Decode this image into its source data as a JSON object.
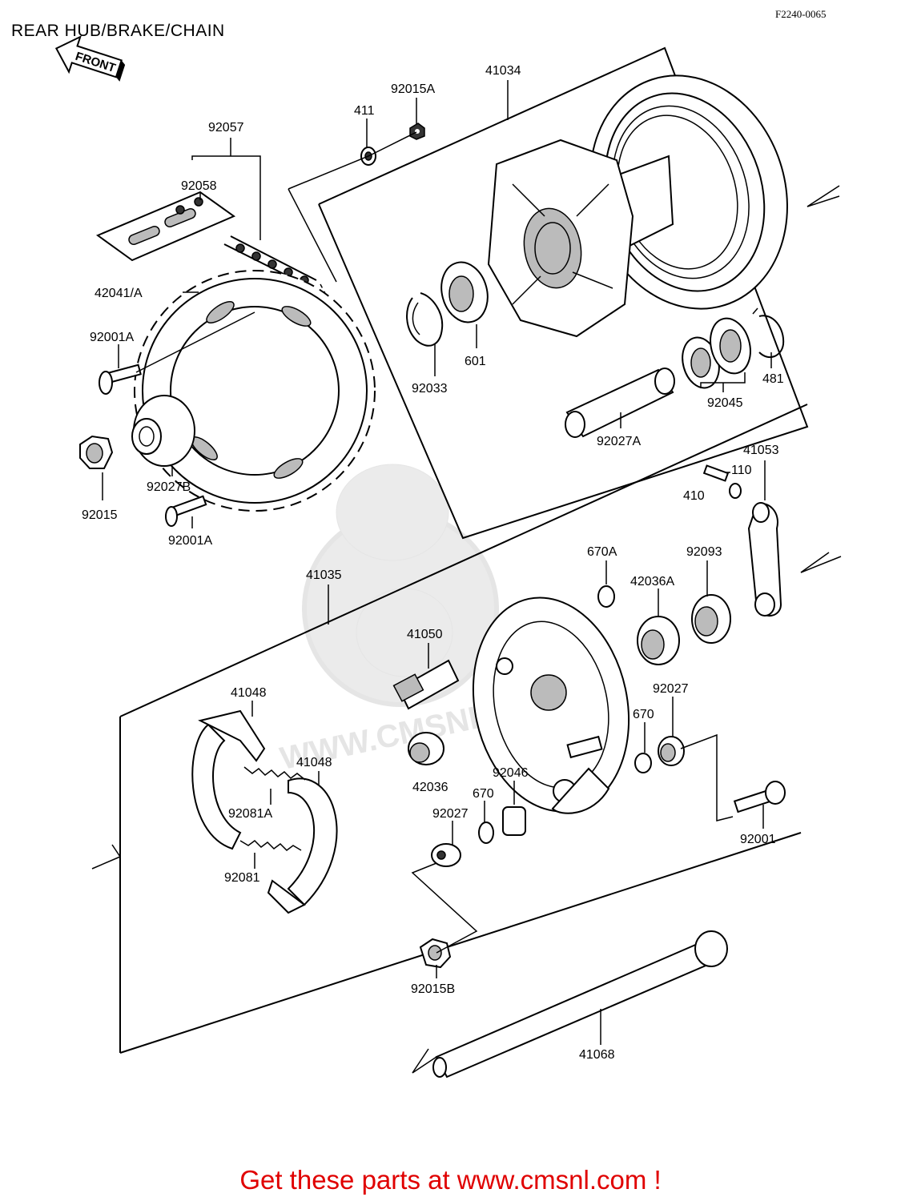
{
  "title": "REAR HUB/BRAKE/CHAIN",
  "ref_code": "F2240-0065",
  "front_label": "FRONT",
  "watermark": "WWW.CMSNL.COM",
  "footer": "Get these parts at www.cmsnl.com !",
  "labels": {
    "l92057": "92057",
    "l92058": "92058",
    "l42041": "42041/A",
    "l92001A_a": "92001A",
    "l92015": "92015",
    "l92027B": "92027B",
    "l92001A_b": "92001A",
    "l411": "411",
    "l92015A": "92015A",
    "l41034": "41034",
    "l601": "601",
    "l92033": "92033",
    "l481": "481",
    "l92045": "92045",
    "l92027A": "92027A",
    "l41053": "41053",
    "l110": "110",
    "l410": "410",
    "l670A": "670A",
    "l42036A": "42036A",
    "l92093": "92093",
    "l41035": "41035",
    "l41050": "41050",
    "l92027_a": "92027",
    "l670_a": "670",
    "l41048_a": "41048",
    "l41048_b": "41048",
    "l42036": "42036",
    "l92046": "92046",
    "l670_b": "670",
    "l92027_b": "92027",
    "l92081A": "92081A",
    "l92081": "92081",
    "l92001": "92001",
    "l92015B": "92015B",
    "l41068": "41068"
  }
}
